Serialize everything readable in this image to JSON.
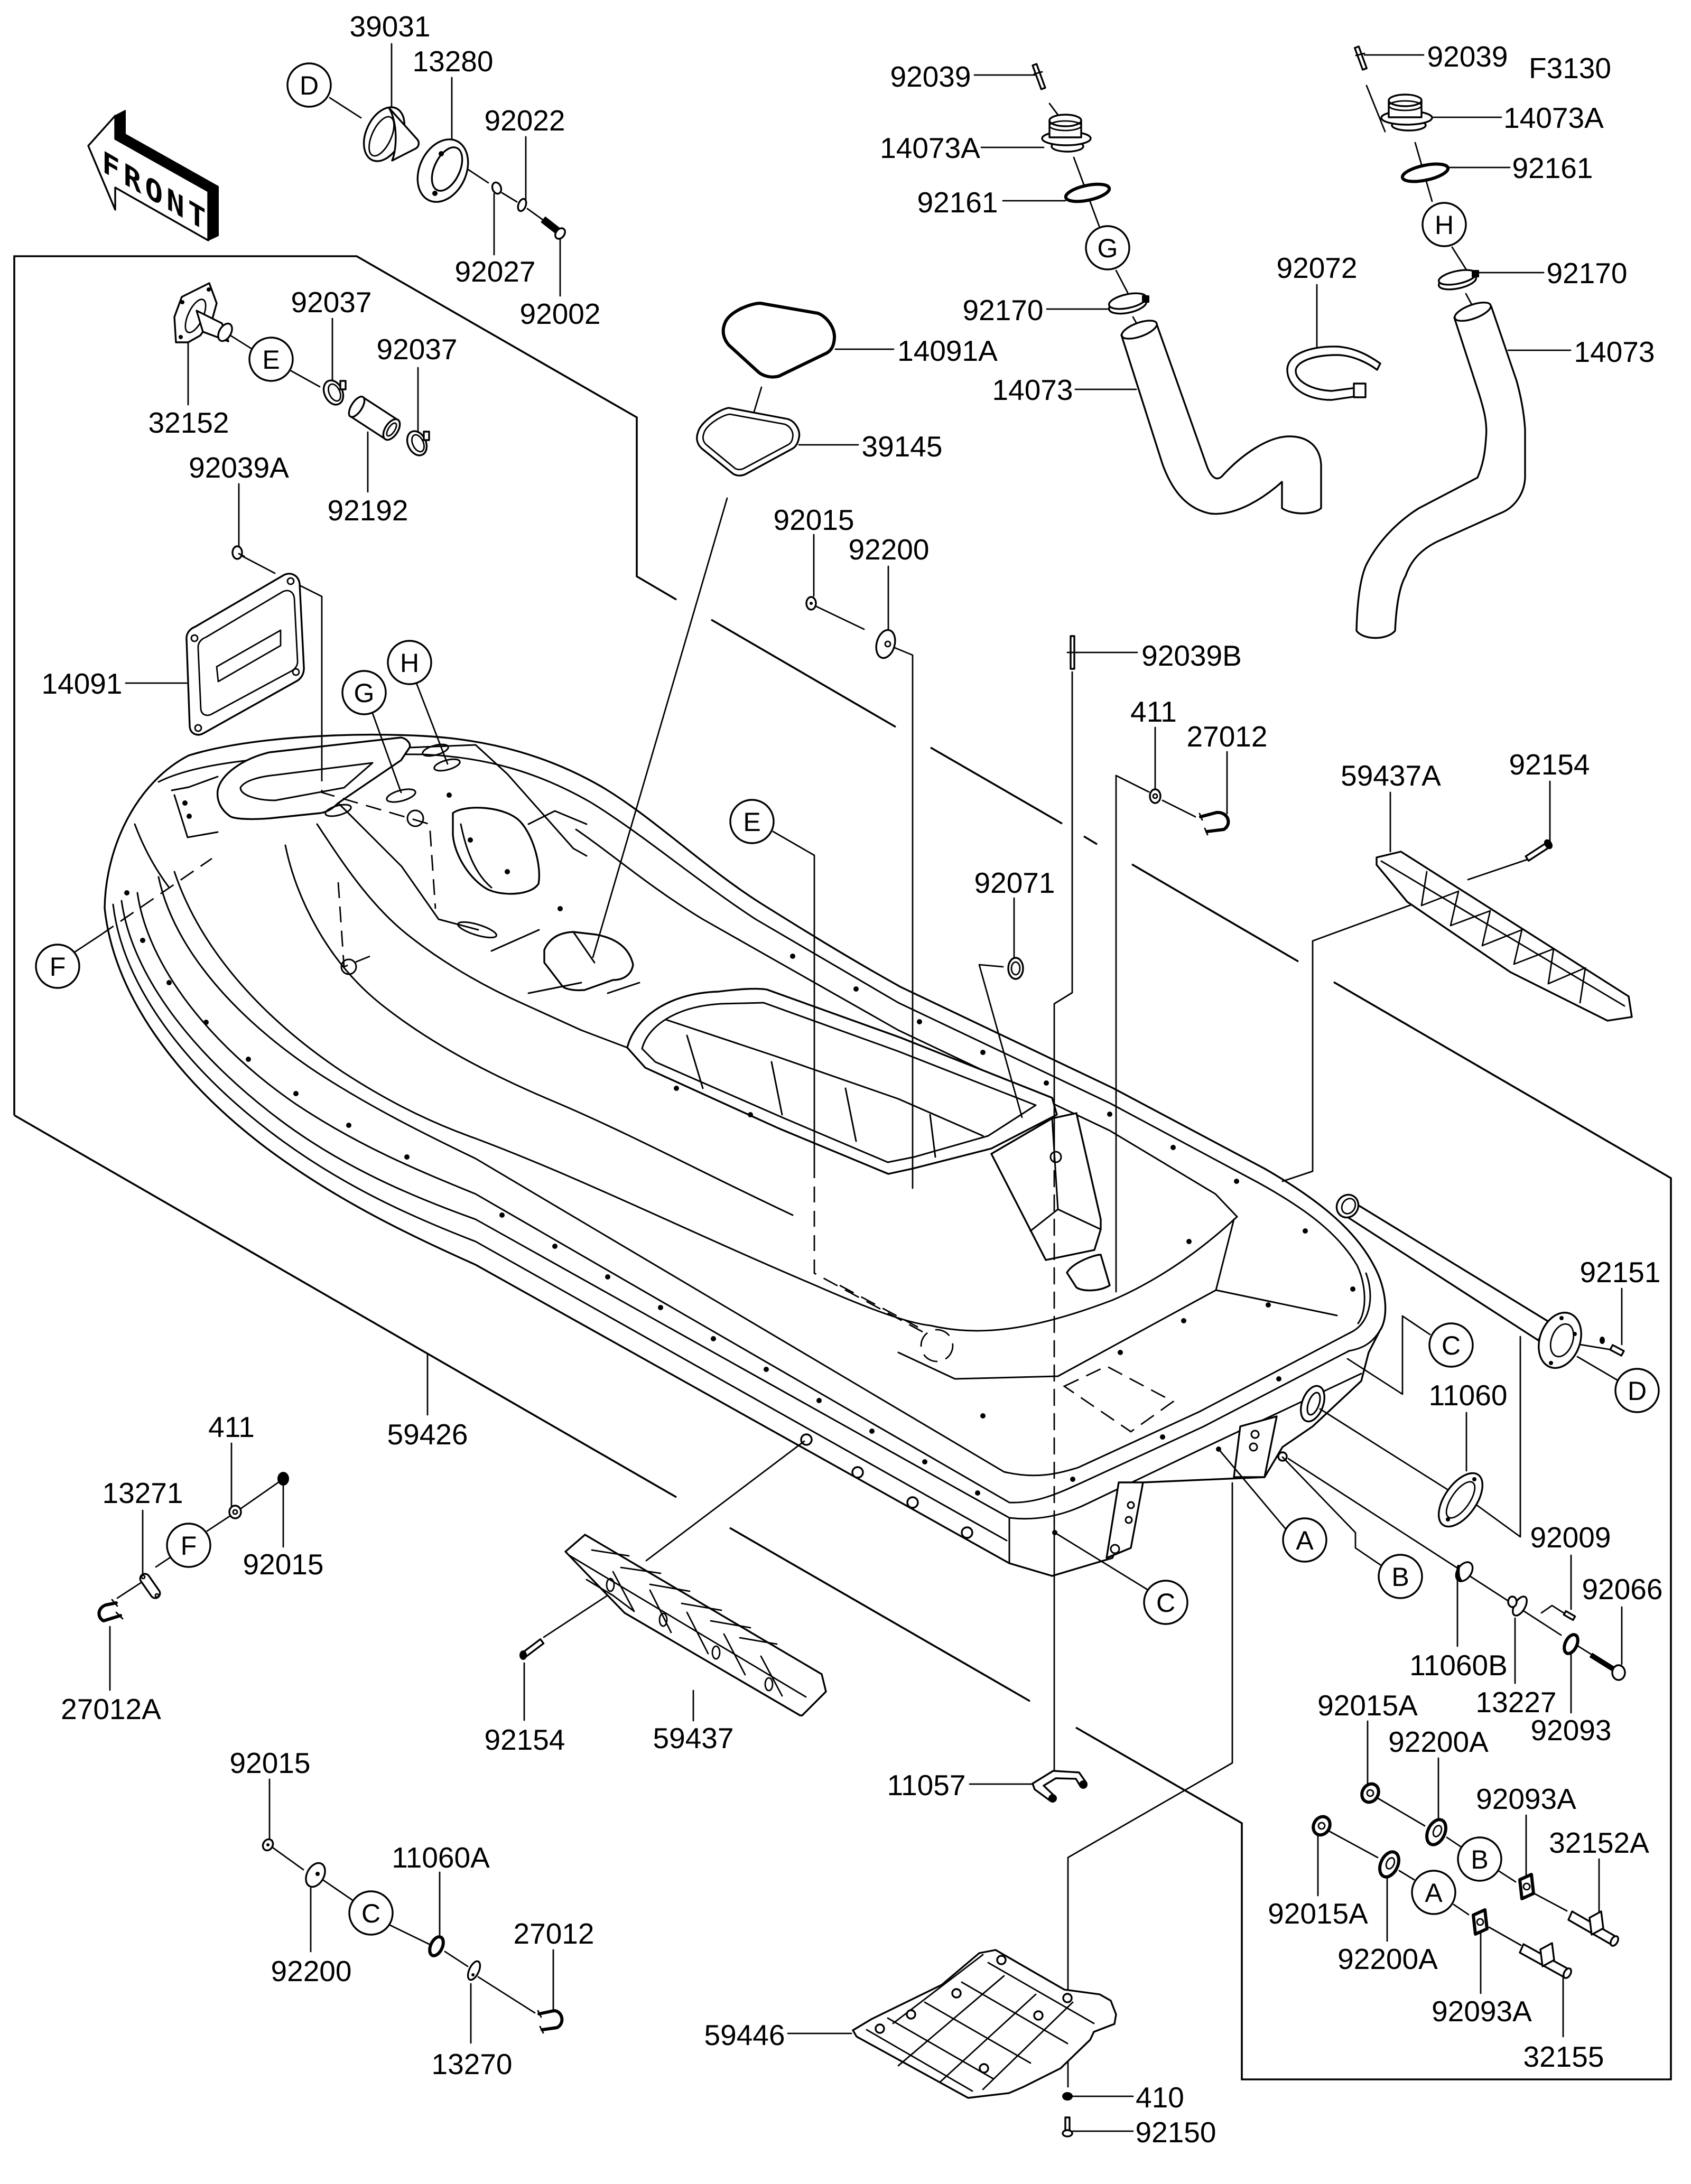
{
  "diagram_code": "F3130",
  "front_arrow": {
    "label": "FRONT"
  },
  "part_labels": {
    "top_left": [
      "39031",
      "13280",
      "92022",
      "92027",
      "92002"
    ],
    "box_upper_left": [
      "32152",
      "92037",
      "92037",
      "92192",
      "92039A",
      "14091"
    ],
    "top_center": [
      "92039",
      "14073A",
      "92161",
      "92170",
      "14091A",
      "14073",
      "39145"
    ],
    "top_right": [
      "92039",
      "14073A",
      "92161",
      "92170",
      "14073",
      "92072"
    ],
    "center": [
      "92015",
      "92200",
      "92039B",
      "411",
      "27012",
      "59437A",
      "92154",
      "92071"
    ],
    "hull": [
      "59426"
    ],
    "stern_right": [
      "92151",
      "11060",
      "92009",
      "92066",
      "11060B",
      "13227",
      "92093"
    ],
    "lower_right": [
      "92015A",
      "92200A",
      "92093A",
      "32152A",
      "92015A",
      "92200A",
      "92093A",
      "32155"
    ],
    "left_lower": [
      "411",
      "13271",
      "92015",
      "27012A",
      "92154",
      "59437"
    ],
    "bottom_left": [
      "92015",
      "92200",
      "11060A",
      "27012",
      "13270"
    ],
    "bottom_center": [
      "11057",
      "59446",
      "410",
      "92150"
    ]
  },
  "ref_markers": {
    "top_left": [
      "D"
    ],
    "box_upper_left": [
      "E"
    ],
    "top_center": [
      "G"
    ],
    "top_right": [
      "H"
    ],
    "hull": [
      "G",
      "H",
      "F",
      "E"
    ],
    "stern_right": [
      "C",
      "D",
      "A",
      "B",
      "C"
    ],
    "left_lower": [
      "F"
    ],
    "bottom_left": [
      "C"
    ],
    "lower_right": [
      "B",
      "A"
    ]
  },
  "colors": {
    "ink": "#000000",
    "paper": "#ffffff"
  }
}
